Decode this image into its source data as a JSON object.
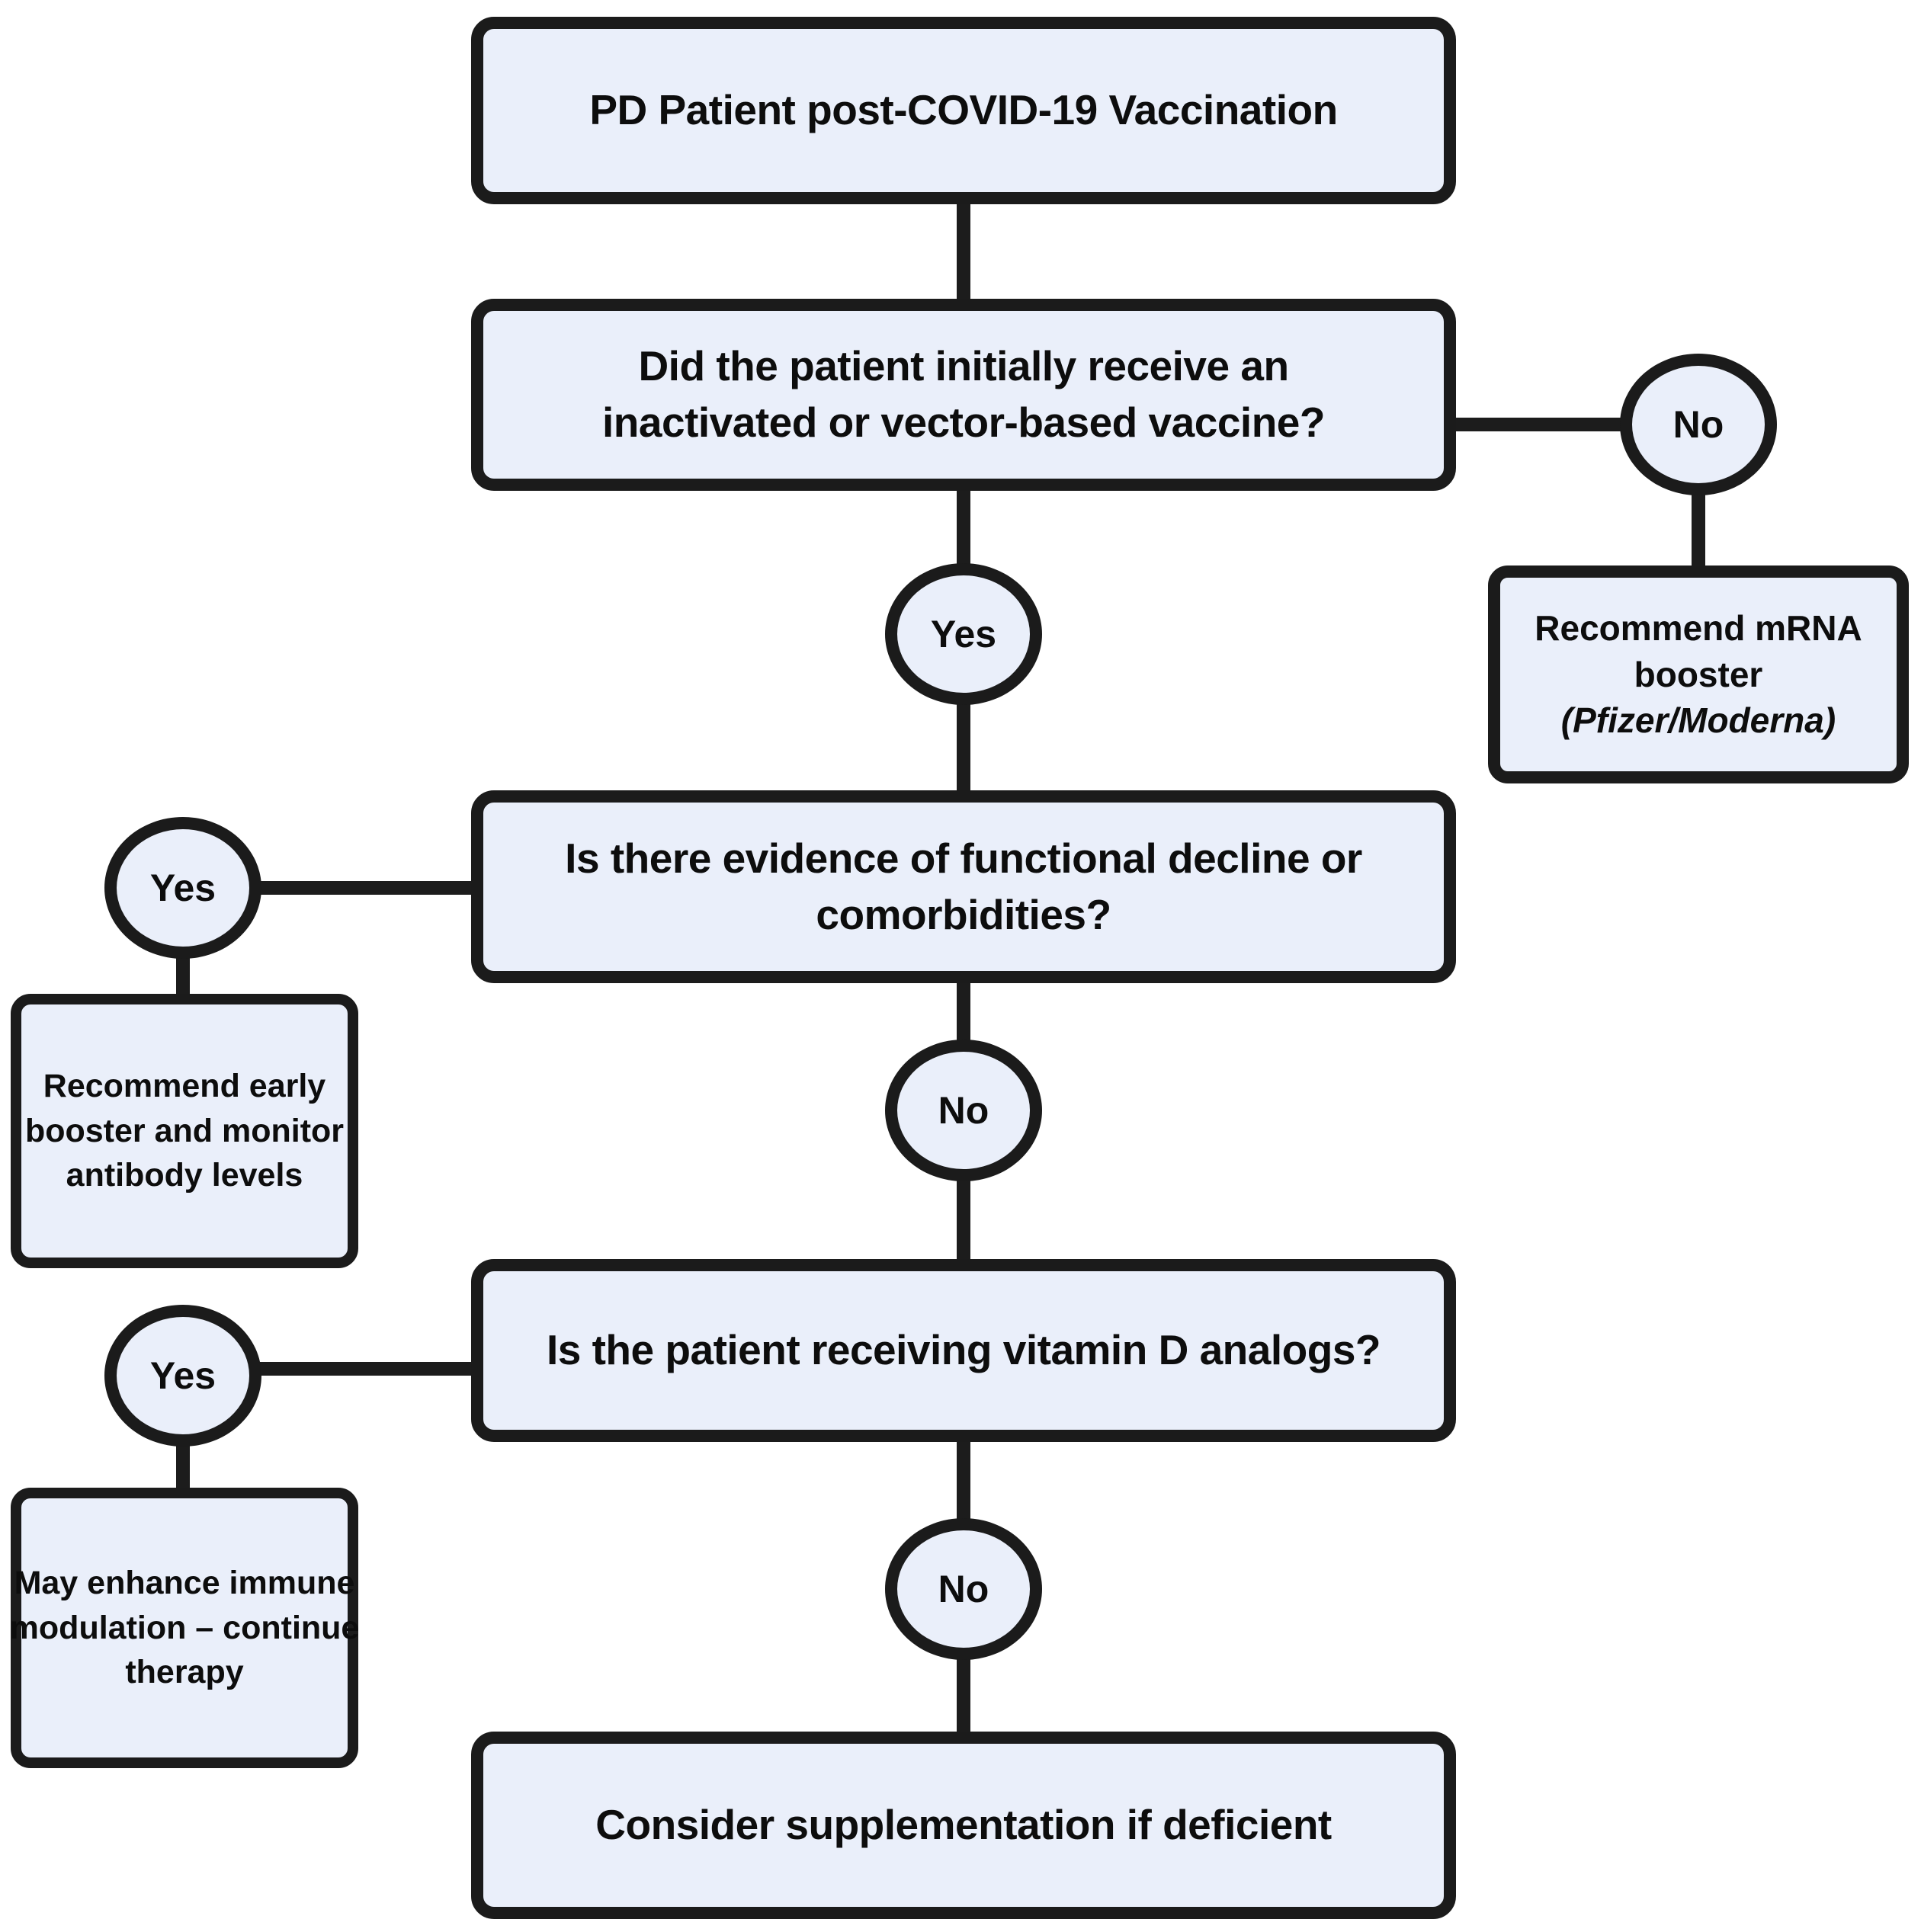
{
  "diagram": {
    "labels": {
      "yes": "Yes",
      "no": "No"
    },
    "nodes": {
      "start": {
        "label": "PD Patient post-COVID-19 Vaccination"
      },
      "q_vaccine_type": {
        "lines": [
          "Did the patient initially receive an",
          "inactivated or vector-based vaccine?"
        ]
      },
      "rec_mrna_booster": {
        "lines": [
          "Recommend mRNA",
          "booster"
        ],
        "subtext": "(Pfizer/Moderna)"
      },
      "q_functional_decline": {
        "lines": [
          "Is there evidence of functional decline or",
          "comorbidities?"
        ]
      },
      "rec_early_booster": {
        "lines": [
          "Recommend early",
          "booster and monitor",
          "antibody levels"
        ]
      },
      "q_vitamin_d": {
        "label": "Is the patient receiving vitamin D analogs?"
      },
      "vitamin_d_continue": {
        "lines": [
          "May enhance immune",
          "modulation – continue",
          "therapy"
        ]
      },
      "consider_supplement": {
        "label": "Consider supplementation if deficient"
      }
    },
    "colors": {
      "background": "#ffffff",
      "node_fill": "#eaeffa",
      "node_border": "#1b1b1b",
      "connector": "#1c1c1c",
      "text": "#0d0d0d"
    }
  }
}
